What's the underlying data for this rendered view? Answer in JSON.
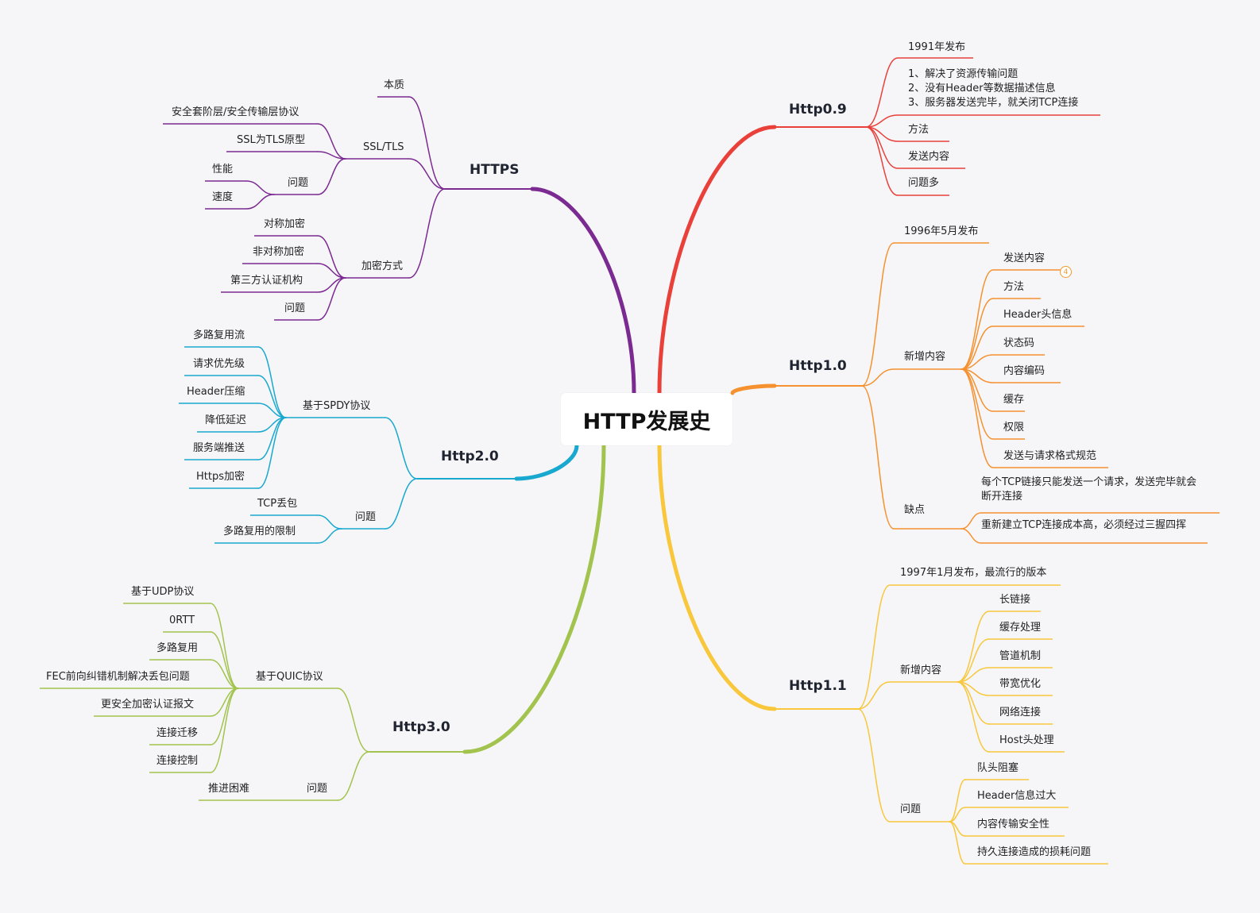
{
  "title": "HTTP发展史",
  "colors": {
    "https": "#7b2a91",
    "http09": "#e9403a",
    "http10": "#f5912f",
    "http11": "#f8c73c",
    "http20": "#19a8cf",
    "http30": "#a2c34d"
  },
  "branches": {
    "http09": {
      "label": "Http0.9",
      "items": [
        "1991年发布",
        "1、解决了资源传输问题",
        "2、没有Header等数据描述信息",
        "3、服务器发送完毕，就关闭TCP连接",
        "方法",
        "发送内容",
        "问题多"
      ]
    },
    "http10": {
      "label": "Http1.0",
      "release": "1996年5月发布",
      "new_label": "新增内容",
      "new_items": [
        "发送内容",
        "方法",
        "Header头信息",
        "状态码",
        "内容编码",
        "缓存",
        "权限",
        "发送与请求格式规范"
      ],
      "badge": "4",
      "cons_label": "缺点",
      "cons_items": [
        "每个TCP链接只能发送一个请求，发送完毕就会",
        "断开连接",
        "重新建立TCP连接成本高，必须经过三握四挥"
      ]
    },
    "http11": {
      "label": "Http1.1",
      "release": "1997年1月发布，最流行的版本",
      "new_label": "新增内容",
      "new_items": [
        "长链接",
        "缓存处理",
        "管道机制",
        "带宽优化",
        "网络连接",
        "Host头处理"
      ],
      "problems_label": "问题",
      "problems": [
        "队头阻塞",
        "Header信息过大",
        "内容传输安全性",
        "持久连接造成的损耗问题"
      ]
    },
    "https": {
      "label": "HTTPS",
      "essence": "本质",
      "ssl_label": "SSL/TLS",
      "ssl_items": [
        "安全套阶层/安全传输层协议",
        "SSL为TLS原型"
      ],
      "ssl_problem_label": "问题",
      "ssl_problem_items": [
        "性能",
        "速度"
      ],
      "enc_label": "加密方式",
      "enc_items": [
        "对称加密",
        "非对称加密",
        "第三方认证机构",
        "问题"
      ]
    },
    "http20": {
      "label": "Http2.0",
      "spdy_label": "基于SPDY协议",
      "spdy_items": [
        "多路复用流",
        "请求优先级",
        "Header压缩",
        "降低延迟",
        "服务端推送",
        "Https加密"
      ],
      "problems_label": "问题",
      "problems": [
        "TCP丢包",
        "多路复用的限制"
      ]
    },
    "http30": {
      "label": "Http3.0",
      "quic_label": "基于QUIC协议",
      "quic_items": [
        "基于UDP协议",
        "0RTT",
        "多路复用",
        "FEC前向纠错机制解决丢包问题",
        "更安全加密认证报文",
        "连接迁移",
        "连接控制"
      ],
      "problems_label": "问题",
      "problems": [
        "推进困难"
      ]
    }
  }
}
